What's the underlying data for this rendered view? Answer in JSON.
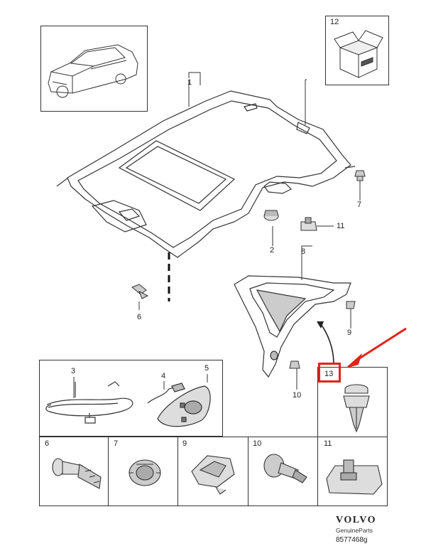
{
  "callouts": {
    "c1": "1",
    "c2": "2",
    "c6": "6",
    "c7": "7",
    "c8": "8",
    "c9": "9",
    "c10": "10",
    "c11": "11",
    "c12": "12",
    "c13": "13"
  },
  "kit_box": {
    "c3": "3",
    "c4": "4",
    "c5": "5"
  },
  "parts_row": [
    {
      "id": "p6",
      "label": "6"
    },
    {
      "id": "p7",
      "label": "7"
    },
    {
      "id": "p9",
      "label": "9"
    },
    {
      "id": "p10",
      "label": "10"
    },
    {
      "id": "p11",
      "label": "11"
    }
  ],
  "highlight": {
    "label": "13",
    "color": "#e2231a"
  },
  "brand": {
    "logo": "VOLVO",
    "subtitle": "GenuineParts",
    "code": "8577468g"
  },
  "colors": {
    "line": "#333333",
    "accent": "#e2231a"
  }
}
